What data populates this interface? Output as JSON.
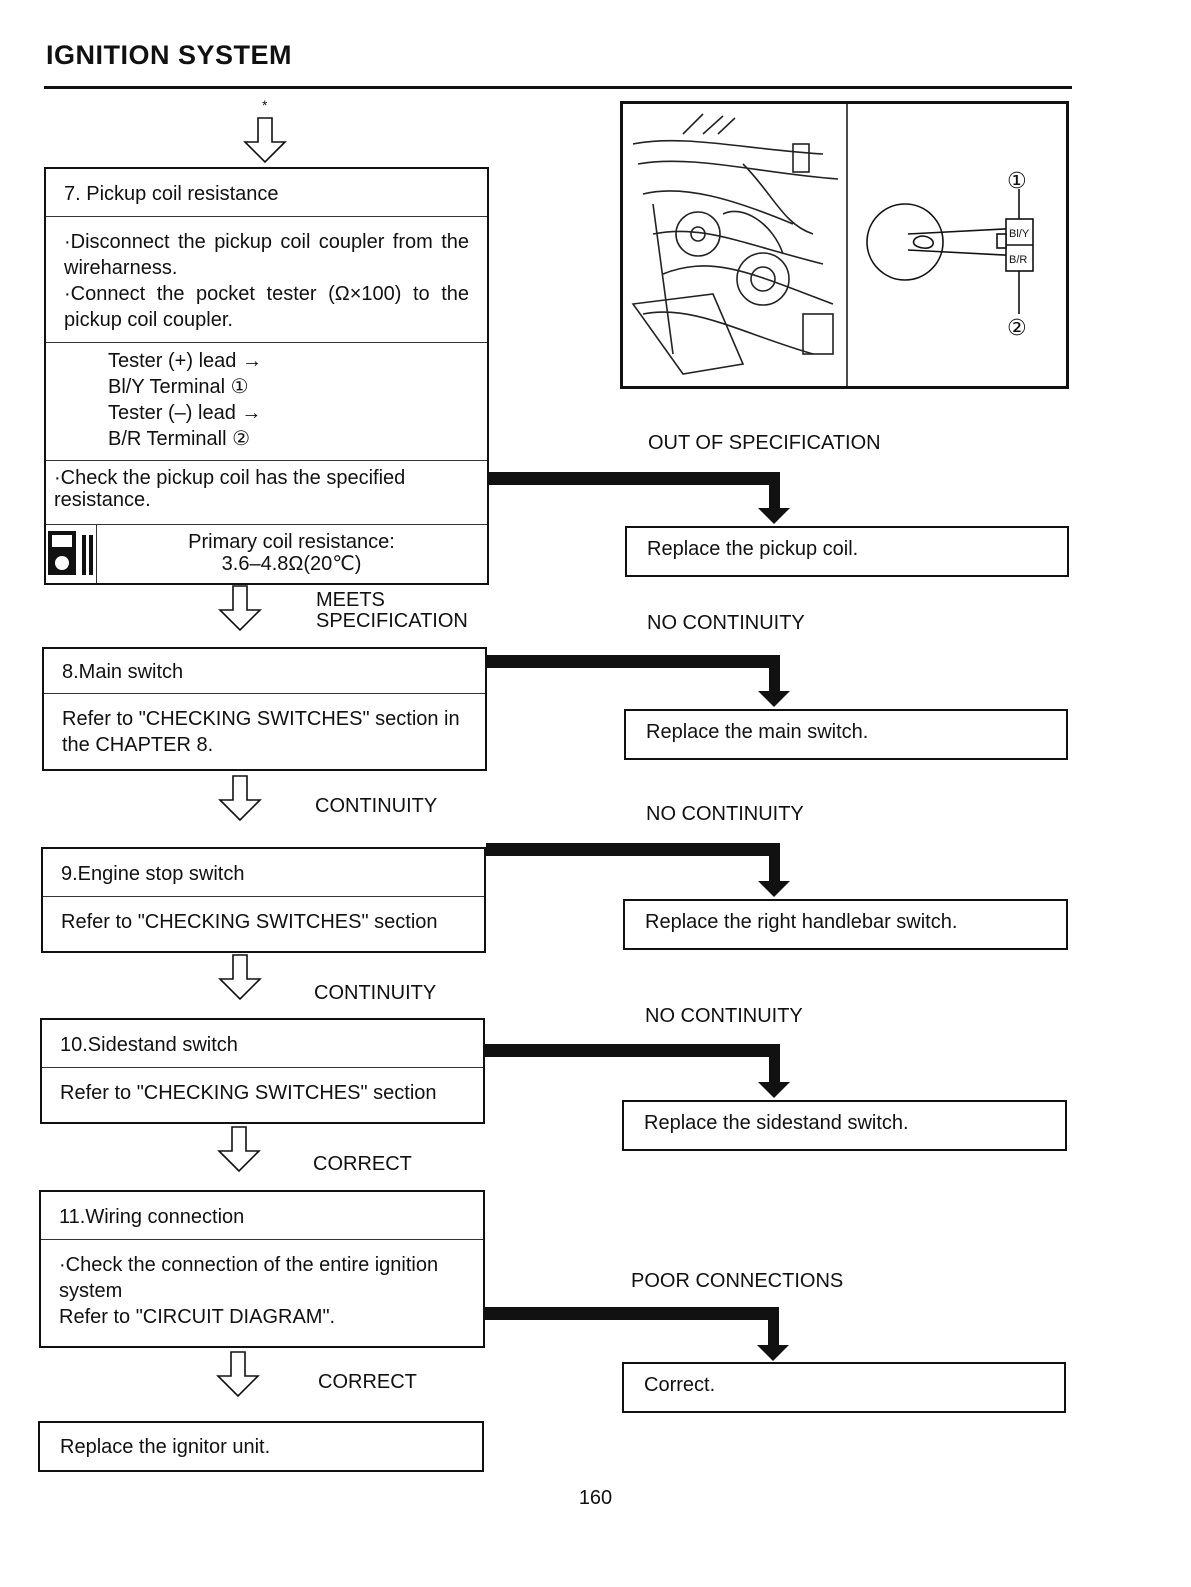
{
  "page_title": "IGNITION SYSTEM",
  "start_marker": "*",
  "steps": {
    "s7": {
      "title": "7. Pickup coil resistance",
      "instructions": "·Disconnect the pickup coil coupler from the wireharness.\n·Connect the pocket tester (Ω×100) to the pickup coil coupler.",
      "tester": "Tester (+) lead →\n    Bl/Y Terminal ①\nTester (–) lead →\n    B/R Terminall ②",
      "check": "·Check the pickup coil has the specified resistance.",
      "spec": "Primary coil resistance:\n3.6–4.8Ω(20℃)"
    },
    "s8": {
      "title": "8.Main switch",
      "body": "Refer to \"CHECKING SWITCHES\" section in the CHAPTER 8."
    },
    "s9": {
      "title": "9.Engine stop switch",
      "body": "Refer to \"CHECKING SWITCHES\" section"
    },
    "s10": {
      "title": "10.Sidestand switch",
      "body": "Refer to \"CHECKING SWITCHES\" section"
    },
    "s11": {
      "title": "11.Wiring connection",
      "body": "·Check the connection of the entire ignition system\n  Refer to \"CIRCUIT DIAGRAM\"."
    },
    "final": "Replace the ignitor unit."
  },
  "flow_labels": {
    "meets": "MEETS\nSPECIFICATION",
    "continuity_1": "CONTINUITY",
    "continuity_2": "CONTINUITY",
    "correct_1": "CORRECT",
    "correct_2": "CORRECT"
  },
  "branch_labels": {
    "out_of_spec": "OUT OF SPECIFICATION",
    "no_cont_1": "NO CONTINUITY",
    "no_cont_2": "NO CONTINUITY",
    "no_cont_3": "NO CONTINUITY",
    "poor": "POOR CONNECTIONS"
  },
  "remedies": {
    "r7": "Replace the pickup coil.",
    "r8": "Replace the main switch.",
    "r9": "Replace the right handlebar switch.",
    "r10": "Replace the sidestand switch.",
    "r11": "Correct."
  },
  "illustration": {
    "callout_1": "①",
    "callout_2": "②",
    "wire_1": "Bl/Y",
    "wire_2": "B/R"
  },
  "page_number": "160"
}
